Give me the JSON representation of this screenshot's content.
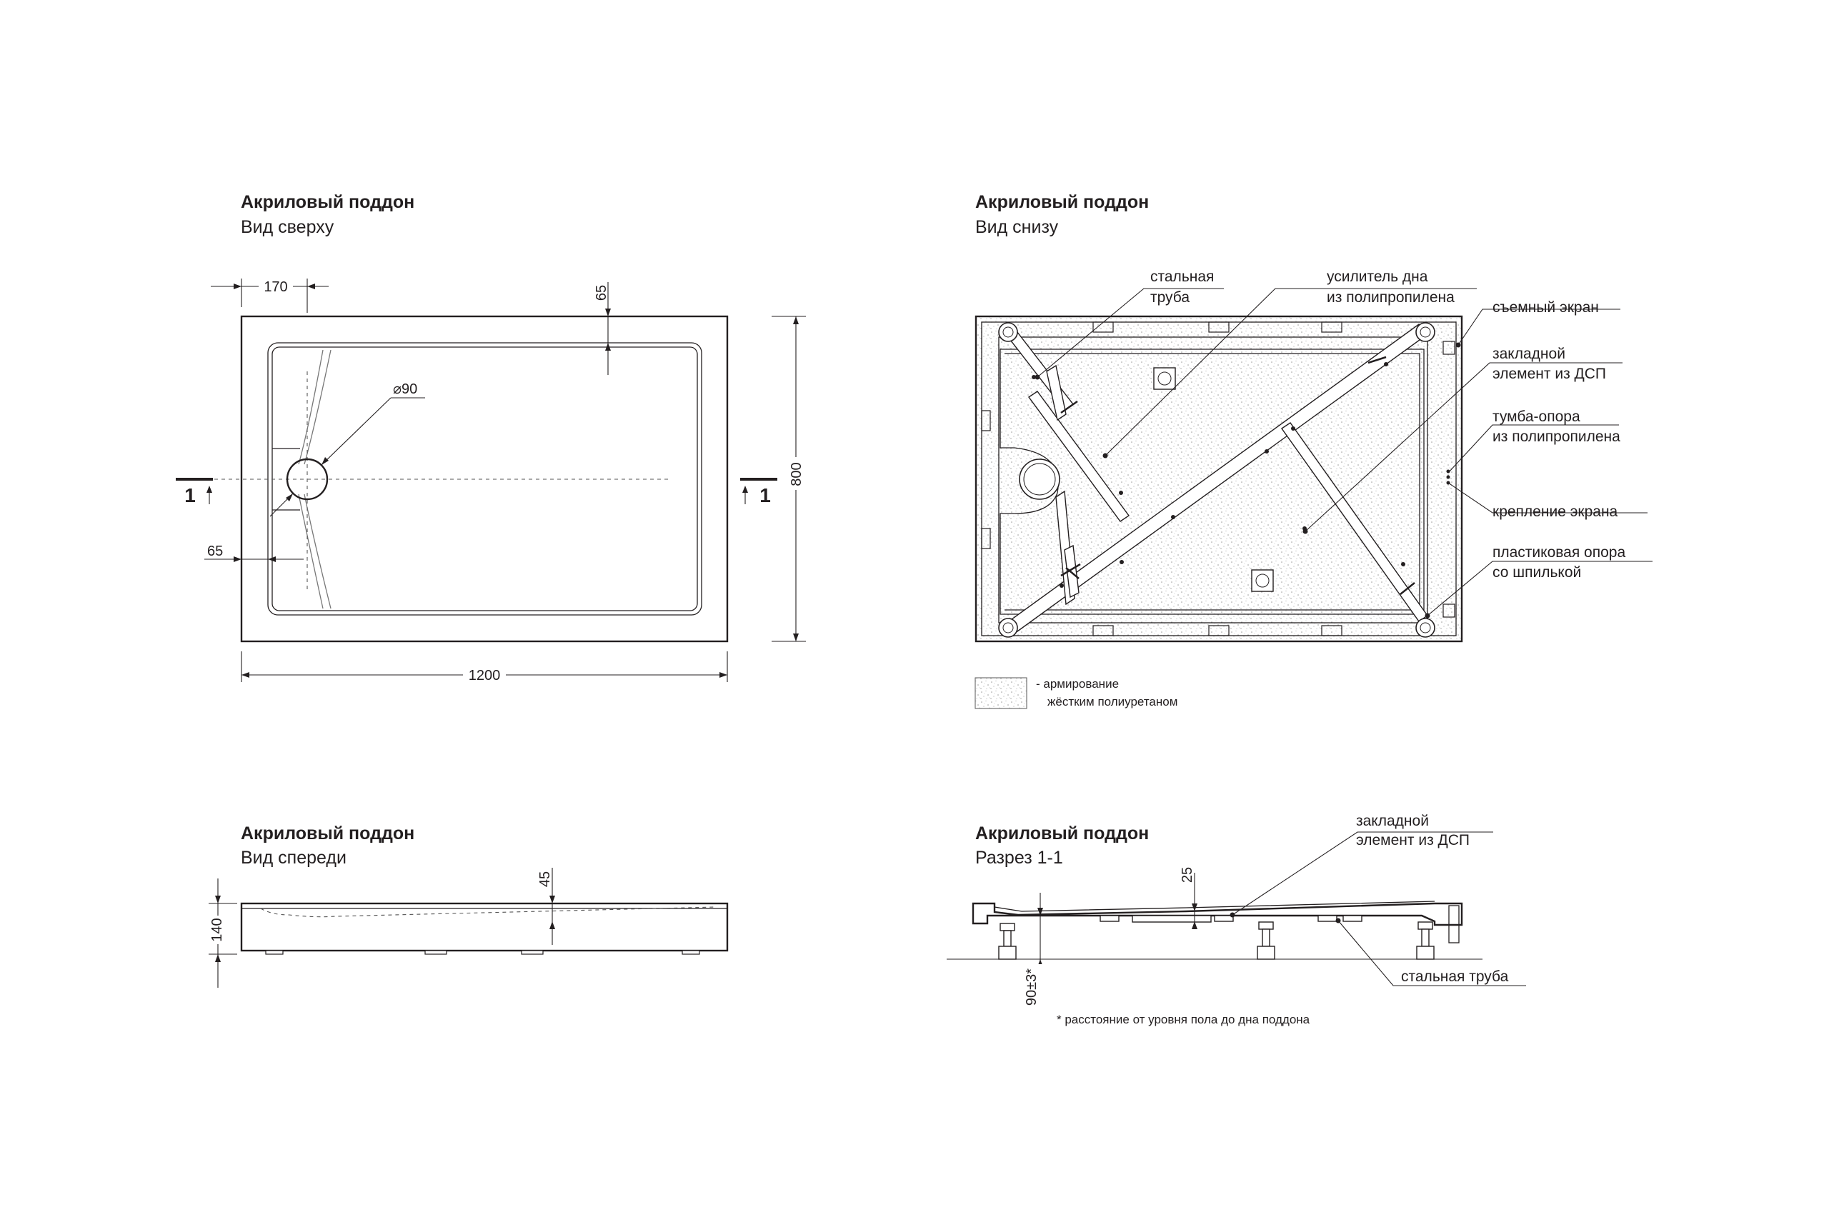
{
  "views": {
    "top": {
      "title": "Акриловый поддон",
      "subtitle": "Вид сверху"
    },
    "bottom": {
      "title": "Акриловый поддон",
      "subtitle": "Вид снизу"
    },
    "front": {
      "title": "Акриловый поддон",
      "subtitle": "Вид спереди"
    },
    "section": {
      "title": "Акриловый поддон",
      "subtitle": "Разрез 1-1"
    }
  },
  "dimensions": {
    "drain_offset": "170",
    "rim_top": "65",
    "drain_diameter": "⌀90",
    "rim_side": "65",
    "width": "800",
    "length": "1200",
    "section_mark": "1",
    "front_rim": "45",
    "front_height": "140",
    "section_depth": "25",
    "floor_clearance": "90±3*"
  },
  "labels": {
    "steel_tube": [
      "стальная",
      "труба"
    ],
    "bottom_reinforcement": [
      "усилитель дна",
      "из полипропилена"
    ],
    "removable_screen": "съемный экран",
    "embedded_element": [
      "закладной",
      "элемент из ДСП"
    ],
    "support_pedestal": [
      "тумба-опора",
      "из полипропилена"
    ],
    "screen_mount": "крепление экрана",
    "plastic_support": [
      "пластиковая опора",
      "со шпилькой"
    ],
    "legend": [
      "- армирование",
      "жёстким полиуретаном"
    ],
    "section_embedded": [
      "закладной",
      "элемент из ДСП"
    ],
    "section_steel_tube": "стальная труба",
    "footnote": "* расстояние от уровня пола до дна поддона"
  }
}
